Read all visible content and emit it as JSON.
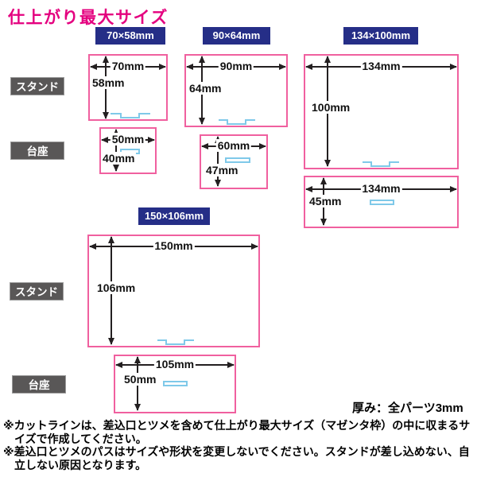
{
  "title": "仕上がり最大サイズ",
  "badges": {
    "s70": "70×58mm",
    "s90": "90×64mm",
    "s134": "134×100mm",
    "s150": "150×106mm"
  },
  "labels": {
    "stand": "スタンド",
    "base": "台座"
  },
  "figures": {
    "stand70": {
      "width": "70mm",
      "height": "58mm"
    },
    "stand90": {
      "width": "90mm",
      "height": "64mm"
    },
    "stand134": {
      "width": "134mm",
      "height": "100mm"
    },
    "stand150": {
      "width": "150mm",
      "height": "106mm"
    },
    "base50": {
      "width": "50mm",
      "height": "40mm"
    },
    "base60": {
      "width": "60mm",
      "height": "47mm"
    },
    "base134": {
      "width": "134mm",
      "height": "45mm"
    },
    "base105": {
      "width": "105mm",
      "height": "50mm"
    }
  },
  "thickness_note": "厚み：全パーツ3mm",
  "notes": [
    "※カットラインは、差込口とツメを含めて仕上がり最大サイズ（マゼンタ枠）の中に収まるサイズで作成してください。",
    "※差込口とツメのパスはサイズや形状を変更しないでください。スタンドが差し込めない、自立しない原因となります。"
  ],
  "colors": {
    "title_magenta": "#e4007f",
    "frame_pink": "#f0609f",
    "badge_navy": "#252e87",
    "tag_gray": "#595757",
    "cutline_cyan": "#7fc9e9",
    "arrow_black": "#231f20"
  }
}
